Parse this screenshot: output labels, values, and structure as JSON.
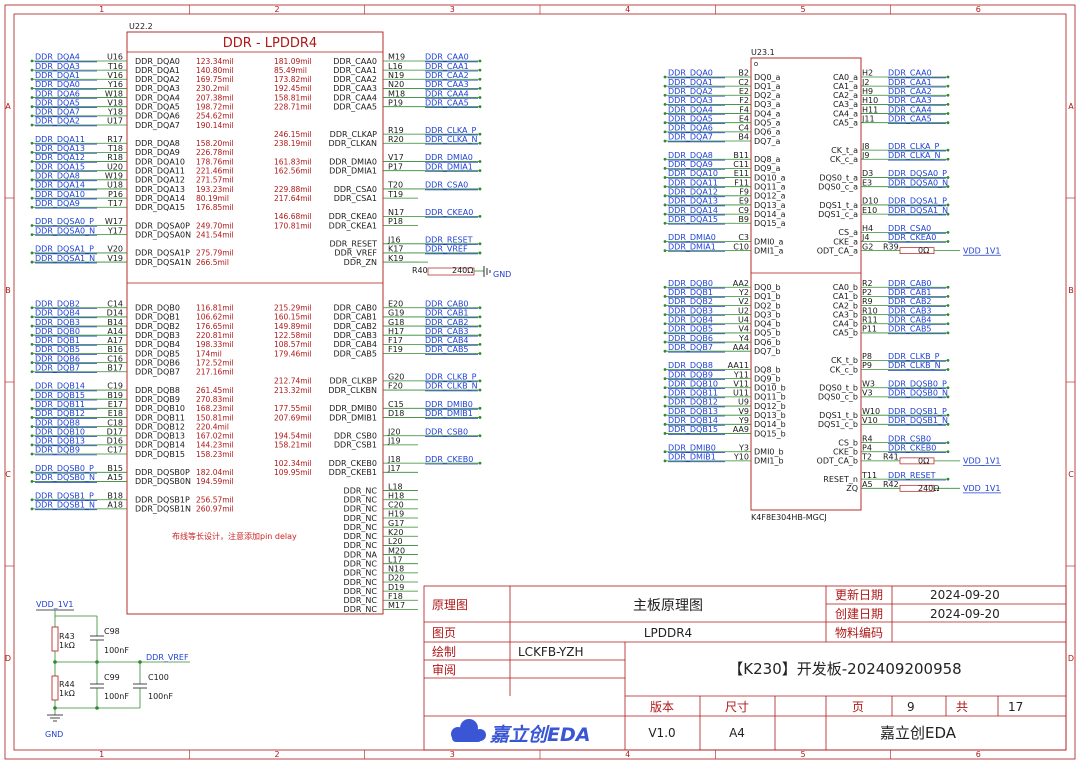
{
  "colors": {
    "net": "#1f3fd6",
    "line": "#b01818",
    "wire": "#2f8a2f",
    "text": "#1a1a1a"
  },
  "border": {
    "cols": [
      "1",
      "2",
      "3",
      "4",
      "5",
      "6"
    ],
    "rows": [
      "A",
      "B",
      "C",
      "D"
    ]
  },
  "u22": {
    "ref": "U22.2",
    "title": "DDR  -  LPDDR4",
    "left": [
      {
        "net": "DDR_DQA4",
        "num": "U16",
        "name": "DDR_DQA0",
        "len": "123.34mil"
      },
      {
        "net": "DDR_DQA3",
        "num": "T16",
        "name": "DDR_DQA1",
        "len": "140.80mil"
      },
      {
        "net": "DDR_DQA1",
        "num": "V16",
        "name": "DDR_DQA2",
        "len": "169.75mil"
      },
      {
        "net": "DDR_DQA0",
        "num": "Y16",
        "name": "DDR_DQA3",
        "len": "230.2mil"
      },
      {
        "net": "DDR_DQA6",
        "num": "W18",
        "name": "DDR_DQA4",
        "len": "207.38mil"
      },
      {
        "net": "DDR_DQA5",
        "num": "V18",
        "name": "DDR_DQA5",
        "len": "198.72mil"
      },
      {
        "net": "DDR_DQA7",
        "num": "Y18",
        "name": "DDR_DQA6",
        "len": "254.62mil"
      },
      {
        "net": "DDR_DQA2",
        "num": "U17",
        "name": "DDR_DQA7",
        "len": "190.14mil"
      },
      null,
      {
        "net": "DDR_DQA11",
        "num": "R17",
        "name": "DDR_DQA8",
        "len": "158.20mil"
      },
      {
        "net": "DDR_DQA13",
        "num": "T18",
        "name": "DDR_DQA9",
        "len": "226.78mil"
      },
      {
        "net": "DDR_DQA12",
        "num": "R18",
        "name": "DDR_DQA10",
        "len": "178.76mil"
      },
      {
        "net": "DDR_DQA15",
        "num": "U20",
        "name": "DDR_DQA11",
        "len": "221.46mil"
      },
      {
        "net": "DDR_DQA8",
        "num": "W19",
        "name": "DDR_DQA12",
        "len": "271.57mil"
      },
      {
        "net": "DDR_DQA14",
        "num": "U18",
        "name": "DDR_DQA13",
        "len": "193.23mil"
      },
      {
        "net": "DDR_DQA10",
        "num": "P16",
        "name": "DDR_DQA14",
        "len": "80.19mil"
      },
      {
        "net": "DDR_DQA9",
        "num": "T17",
        "name": "DDR_DQA15",
        "len": "176.85mil"
      },
      null,
      {
        "net": "DDR_DQSA0_P",
        "num": "W17",
        "name": "DDR_DQSA0P",
        "len": "249.70mil"
      },
      {
        "net": "DDR_DQSA0_N",
        "num": "Y17",
        "name": "DDR_DQSA0N",
        "len": "241.54mil"
      },
      null,
      {
        "net": "DDR_DQSA1_P",
        "num": "V20",
        "name": "DDR_DQSA1P",
        "len": "275.79mil"
      },
      {
        "net": "DDR_DQSA1_N",
        "num": "V19",
        "name": "DDR_DQSA1N",
        "len": "266.5mil"
      },
      null,
      null,
      null,
      null,
      {
        "net": "DDR_DQB2",
        "num": "C14",
        "name": "DDR_DQB0",
        "len": "116.81mil"
      },
      {
        "net": "DDR_DQB4",
        "num": "D14",
        "name": "DDR_DQB1",
        "len": "106.62mil"
      },
      {
        "net": "DDR_DQB3",
        "num": "B14",
        "name": "DDR_DQB2",
        "len": "176.65mil"
      },
      {
        "net": "DDR_DQB0",
        "num": "A14",
        "name": "DDR_DQB3",
        "len": "220.81mil"
      },
      {
        "net": "DDR_DQB1",
        "num": "A17",
        "name": "DDR_DQB4",
        "len": "198.33mil"
      },
      {
        "net": "DDR_DQB5",
        "num": "B16",
        "name": "DDR_DQB5",
        "len": "174mil"
      },
      {
        "net": "DDR_DQB6",
        "num": "C16",
        "name": "DDR_DQB6",
        "len": "172.52mil"
      },
      {
        "net": "DDR_DQB7",
        "num": "B17",
        "name": "DDR_DQB7",
        "len": "217.16mil"
      },
      null,
      {
        "net": "DDR_DQB14",
        "num": "C19",
        "name": "DDR_DQB8",
        "len": "261.45mil"
      },
      {
        "net": "DDR_DQB15",
        "num": "B19",
        "name": "DDR_DQB9",
        "len": "270.83mil"
      },
      {
        "net": "DDR_DQB11",
        "num": "E17",
        "name": "DDR_DQB10",
        "len": "168.23mil"
      },
      {
        "net": "DDR_DQB12",
        "num": "E18",
        "name": "DDR_DQB11",
        "len": "150.81mil"
      },
      {
        "net": "DDR_DQB8",
        "num": "C18",
        "name": "DDR_DQB12",
        "len": "220.4mil"
      },
      {
        "net": "DDR_DQB10",
        "num": "D17",
        "name": "DDR_DQB13",
        "len": "167.02mil"
      },
      {
        "net": "DDR_DQB13",
        "num": "D16",
        "name": "DDR_DQB14",
        "len": "144.23mil"
      },
      {
        "net": "DDR_DQB9",
        "num": "C17",
        "name": "DDR_DQB15",
        "len": "158.23mil"
      },
      null,
      {
        "net": "DDR_DQSB0_P",
        "num": "B15",
        "name": "DDR_DQSB0P",
        "len": "182.04mil"
      },
      {
        "net": "DDR_DQSB0_N",
        "num": "A15",
        "name": "DDR_DQSB0N",
        "len": "194.59mil"
      },
      null,
      {
        "net": "DDR_DQSB1_P",
        "num": "B18",
        "name": "DDR_DQSB1P",
        "len": "256.57mil"
      },
      {
        "net": "DDR_DQSB1_N",
        "num": "A18",
        "name": "DDR_DQSB1N",
        "len": "260.97mil"
      }
    ],
    "right": [
      {
        "len": "181.09mil",
        "name": "DDR_CAA0",
        "num": "M19",
        "net": "DDR_CAA0"
      },
      {
        "len": "85.49mil",
        "name": "DDR_CAA1",
        "num": "L16",
        "net": "DDR_CAA1"
      },
      {
        "len": "173.82mil",
        "name": "DDR_CAA2",
        "num": "N19",
        "net": "DDR_CAA2"
      },
      {
        "len": "192.45mil",
        "name": "DDR_CAA3",
        "num": "N20",
        "net": "DDR_CAA3"
      },
      {
        "len": "158.81mil",
        "name": "DDR_CAA4",
        "num": "M18",
        "net": "DDR_CAA4"
      },
      {
        "len": "228.71mil",
        "name": "DDR_CAA5",
        "num": "P19",
        "net": "DDR_CAA5"
      },
      null,
      null,
      {
        "len": "246.15mil",
        "name": "DDR_CLKAP",
        "num": "R19",
        "net": "DDR_CLKA_P"
      },
      {
        "len": "238.19mil",
        "name": "DDR_CLKAN",
        "num": "R20",
        "net": "DDR_CLKA_N"
      },
      null,
      {
        "len": "161.83mil",
        "name": "DDR_DMIA0",
        "num": "V17",
        "net": "DDR_DMIA0"
      },
      {
        "len": "162.56mil",
        "name": "DDR_DMIA1",
        "num": "P17",
        "net": "DDR_DMIA1"
      },
      null,
      {
        "len": "229.88mil",
        "name": "DDR_CSA0",
        "num": "T20",
        "net": "DDR_CSA0"
      },
      {
        "len": "217.64mil",
        "name": "DDR_CSA1",
        "num": "T19",
        "net": ""
      },
      null,
      {
        "len": "146.68mil",
        "name": "DDR_CKEA0",
        "num": "N17",
        "net": "DDR_CKEA0"
      },
      {
        "len": "170.81mil",
        "name": "DDR_CKEA1",
        "num": "P18",
        "net": ""
      },
      null,
      {
        "len": "",
        "name": "DDR_RESET",
        "num": "J16",
        "net": "DDR_RESET"
      },
      {
        "len": "",
        "name": "DDR_VREF",
        "num": "K17",
        "net": "DDR_VREF"
      },
      {
        "len": "",
        "name": "DDR_ZN",
        "num": "K19",
        "net": ""
      },
      null,
      null,
      null,
      null,
      {
        "len": "215.29mil",
        "name": "DDR_CAB0",
        "num": "E20",
        "net": "DDR_CAB0"
      },
      {
        "len": "160.15mil",
        "name": "DDR_CAB1",
        "num": "G19",
        "net": "DDR_CAB1"
      },
      {
        "len": "149.89mil",
        "name": "DDR_CAB2",
        "num": "G18",
        "net": "DDR_CAB2"
      },
      {
        "len": "122.58mil",
        "name": "DDR_CAB3",
        "num": "H17",
        "net": "DDR_CAB3"
      },
      {
        "len": "108.57mil",
        "name": "DDR_CAB4",
        "num": "F17",
        "net": "DDR_CAB4"
      },
      {
        "len": "179.46mil",
        "name": "DDR_CAB5",
        "num": "F19",
        "net": "DDR_CAB5"
      },
      null,
      null,
      {
        "len": "212.74mil",
        "name": "DDR_CLKBP",
        "num": "G20",
        "net": "DDR_CLKB_P"
      },
      {
        "len": "213.32mil",
        "name": "DDR_CLKBN",
        "num": "F20",
        "net": "DDR_CLKB_N"
      },
      null,
      {
        "len": "177.55mil",
        "name": "DDR_DMIB0",
        "num": "C15",
        "net": "DDR_DMIB0"
      },
      {
        "len": "207.69mil",
        "name": "DDR_DMIB1",
        "num": "D18",
        "net": "DDR_DMIB1"
      },
      null,
      {
        "len": "194.54mil",
        "name": "DDR_CSB0",
        "num": "J20",
        "net": "DDR_CSB0"
      },
      {
        "len": "158.21mil",
        "name": "DDR_CSB1",
        "num": "J19",
        "net": ""
      },
      null,
      {
        "len": "102.34mil",
        "name": "DDR_CKEB0",
        "num": "J18",
        "net": "DDR_CKEB0"
      },
      {
        "len": "109.95mil",
        "name": "DDR_CKEB1",
        "num": "J17",
        "net": ""
      },
      null,
      {
        "len": "",
        "name": "DDR_NC",
        "num": "L18",
        "net": ""
      },
      {
        "len": "",
        "name": "DDR_NC",
        "num": "H18",
        "net": ""
      },
      {
        "len": "",
        "name": "DDR_NC",
        "num": "C20",
        "net": ""
      },
      {
        "len": "",
        "name": "DDR_NC",
        "num": "H19",
        "net": ""
      },
      {
        "len": "",
        "name": "DDR_NC",
        "num": "G17",
        "net": ""
      },
      {
        "len": "",
        "name": "DDR_NC",
        "num": "K20",
        "net": ""
      },
      {
        "len": "",
        "name": "DDR_NC",
        "num": "L20",
        "net": ""
      },
      {
        "len": "",
        "name": "DDR_NA",
        "num": "M20",
        "net": ""
      },
      {
        "len": "",
        "name": "DDR_NC",
        "num": "L17",
        "net": ""
      },
      {
        "len": "",
        "name": "DDR_NC",
        "num": "N18",
        "net": ""
      },
      {
        "len": "",
        "name": "DDR_NC",
        "num": "D20",
        "net": ""
      },
      {
        "len": "",
        "name": "DDR_NC",
        "num": "D19",
        "net": ""
      },
      {
        "len": "",
        "name": "DDR_NC",
        "num": "F18",
        "net": ""
      },
      {
        "len": "",
        "name": "DDR_NC",
        "num": "M17",
        "net": ""
      }
    ],
    "note": "布线等长设计，注意添加pin delay",
    "r40": {
      "ref": "R40",
      "value": "240Ω",
      "gnd": "GND"
    }
  },
  "u23": {
    "ref": "U23.1",
    "part": "K4F8E304HB-MGCJ",
    "left": [
      {
        "net": "DDR_DQA0",
        "num": "B2",
        "name": "DQ0_a"
      },
      {
        "net": "DDR_DQA1",
        "num": "C2",
        "name": "DQ1_a"
      },
      {
        "net": "DDR_DQA2",
        "num": "E2",
        "name": "DQ2_a"
      },
      {
        "net": "DDR_DQA3",
        "num": "F2",
        "name": "DQ3_a"
      },
      {
        "net": "DDR_DQA4",
        "num": "F4",
        "name": "DQ4_a"
      },
      {
        "net": "DDR_DQA5",
        "num": "E4",
        "name": "DQ5_a"
      },
      {
        "net": "DDR_DQA6",
        "num": "C4",
        "name": "DQ6_a"
      },
      {
        "net": "DDR_DQA7",
        "num": "B4",
        "name": "DQ7_a"
      },
      null,
      {
        "net": "DDR_DQA8",
        "num": "B11",
        "name": "DQ8_a"
      },
      {
        "net": "DDR_DQA9",
        "num": "C11",
        "name": "DQ9_a"
      },
      {
        "net": "DDR_DQA10",
        "num": "E11",
        "name": "DQ10_a"
      },
      {
        "net": "DDR_DQA11",
        "num": "F11",
        "name": "DQ11_a"
      },
      {
        "net": "DDR_DQA12",
        "num": "F9",
        "name": "DQ12_a"
      },
      {
        "net": "DDR_DQA13",
        "num": "E9",
        "name": "DQ13_a"
      },
      {
        "net": "DDR_DQA14",
        "num": "C9",
        "name": "DQ14_a"
      },
      {
        "net": "DDR_DQA15",
        "num": "B9",
        "name": "DQ15_a"
      },
      null,
      {
        "net": "DDR_DMIA0",
        "num": "C3",
        "name": "DMI0_a"
      },
      {
        "net": "DDR_DMIA1",
        "num": "C10",
        "name": "DMI1_a"
      },
      null,
      null,
      null,
      {
        "net": "DDR_DQB0",
        "num": "AA2",
        "name": "DQ0_b"
      },
      {
        "net": "DDR_DQB1",
        "num": "Y2",
        "name": "DQ1_b"
      },
      {
        "net": "DDR_DQB2",
        "num": "V2",
        "name": "DQ2_b"
      },
      {
        "net": "DDR_DQB3",
        "num": "U2",
        "name": "DQ3_b"
      },
      {
        "net": "DDR_DQB4",
        "num": "U4",
        "name": "DQ4_b"
      },
      {
        "net": "DDR_DQB5",
        "num": "V4",
        "name": "DQ5_b"
      },
      {
        "net": "DDR_DQB6",
        "num": "Y4",
        "name": "DQ6_b"
      },
      {
        "net": "DDR_DQB7",
        "num": "AA4",
        "name": "DQ7_b"
      },
      null,
      {
        "net": "DDR_DQB8",
        "num": "AA11",
        "name": "DQ8_b"
      },
      {
        "net": "DDR_DQB9",
        "num": "Y11",
        "name": "DQ9_b"
      },
      {
        "net": "DDR_DQB10",
        "num": "V11",
        "name": "DQ10_b"
      },
      {
        "net": "DDR_DQB11",
        "num": "U11",
        "name": "DQ11_b"
      },
      {
        "net": "DDR_DQB12",
        "num": "U9",
        "name": "DQ12_b"
      },
      {
        "net": "DDR_DQB13",
        "num": "V9",
        "name": "DQ13_b"
      },
      {
        "net": "DDR_DQB14",
        "num": "Y9",
        "name": "DQ14_b"
      },
      {
        "net": "DDR_DQB15",
        "num": "AA9",
        "name": "DQ15_b"
      },
      null,
      {
        "net": "DDR_DMIB0",
        "num": "Y3",
        "name": "DMI0_b"
      },
      {
        "net": "DDR_DMIB1",
        "num": "Y10",
        "name": "DMI1_b"
      }
    ],
    "right": [
      {
        "name": "CA0_a",
        "num": "H2",
        "net": "DDR_CAA0"
      },
      {
        "name": "CA1_a",
        "num": "J2",
        "net": "DDR_CAA1"
      },
      {
        "name": "CA2_a",
        "num": "H9",
        "net": "DDR_CAA2"
      },
      {
        "name": "CA3_a",
        "num": "H10",
        "net": "DDR_CAA3"
      },
      {
        "name": "CA4_a",
        "num": "H11",
        "net": "DDR_CAA4"
      },
      {
        "name": "CA5_a",
        "num": "J11",
        "net": "DDR_CAA5"
      },
      null,
      null,
      {
        "name": "CK_t_a",
        "num": "J8",
        "net": "DDR_CLKA_P"
      },
      {
        "name": "CK_c_a",
        "num": "J9",
        "net": "DDR_CLKA_N"
      },
      null,
      {
        "name": "DQS0_t_a",
        "num": "D3",
        "net": "DDR_DQSA0_P"
      },
      {
        "name": "DQS0_c_a",
        "num": "E3",
        "net": "DDR_DQSA0_N"
      },
      null,
      {
        "name": "DQS1_t_a",
        "num": "D10",
        "net": "DDR_DQSA1_P"
      },
      {
        "name": "DQS1_c_a",
        "num": "E10",
        "net": "DDR_DQSA1_N"
      },
      null,
      {
        "name": "CS_a",
        "num": "H4",
        "net": "DDR_CSA0"
      },
      {
        "name": "CKE_a",
        "num": "J4",
        "net": "DDR_CKEA0"
      },
      {
        "name": "ODT_CA_a",
        "num": "G2",
        "res": "R39",
        "val": "0Ω",
        "power": "VDD_1V1"
      },
      null,
      null,
      null,
      {
        "name": "CA0_b",
        "num": "R2",
        "net": "DDR_CAB0"
      },
      {
        "name": "CA1_b",
        "num": "P2",
        "net": "DDR_CAB1"
      },
      {
        "name": "CA2_b",
        "num": "R9",
        "net": "DDR_CAB2"
      },
      {
        "name": "CA3_b",
        "num": "R10",
        "net": "DDR_CAB3"
      },
      {
        "name": "CA4_b",
        "num": "R11",
        "net": "DDR_CAB4"
      },
      {
        "name": "CA5_b",
        "num": "P11",
        "net": "DDR_CAB5"
      },
      null,
      null,
      {
        "name": "CK_t_b",
        "num": "P8",
        "net": "DDR_CLKB_P"
      },
      {
        "name": "CK_c_b",
        "num": "P9",
        "net": "DDR_CLKB_N"
      },
      null,
      {
        "name": "DQS0_t_b",
        "num": "W3",
        "net": "DDR_DQSB0_P"
      },
      {
        "name": "DQS0_c_b",
        "num": "V3",
        "net": "DDR_DQSB0_N"
      },
      null,
      {
        "name": "DQS1_t_b",
        "num": "W10",
        "net": "DDR_DQSB1_P"
      },
      {
        "name": "DQS1_c_b",
        "num": "V10",
        "net": "DDR_DQSB1_N"
      },
      null,
      {
        "name": "CS_b",
        "num": "R4",
        "net": "DDR_CSB0"
      },
      {
        "name": "CKE_b",
        "num": "P4",
        "net": "DDR_CKEB0"
      },
      {
        "name": "ODT_CA_b",
        "num": "T2",
        "res": "R41",
        "val": "0Ω",
        "power": "VDD_1V1"
      },
      null,
      {
        "name": "RESET_n",
        "num": "T11",
        "net": "DDR_RESET"
      },
      {
        "name": "ZQ",
        "num": "A5",
        "res": "R42",
        "val": "240Ω",
        "power": "VDD_1V1"
      }
    ]
  },
  "vref": {
    "power": "VDD_1V1",
    "r43": "R43",
    "r43v": "1kΩ",
    "r44": "R44",
    "r44v": "1kΩ",
    "c98": "C98",
    "c98v": "100nF",
    "c99": "C99",
    "c99v": "100nF",
    "c100": "C100",
    "c100v": "100nF",
    "net": "DDR_VREF",
    "gnd": "GND"
  },
  "titleblock": {
    "schematic_label": "原理图",
    "schematic_value": "主板原理图",
    "update_label": "更新日期",
    "update_value": "2024-09-20",
    "create_label": "创建日期",
    "create_value": "2024-09-20",
    "page_label": "图页",
    "page_value": "LPDDR4",
    "material_label": "物料编码",
    "drawn_label": "绘制",
    "drawn_value": "LCKFB-YZH",
    "review_label": "审阅",
    "project": "【K230】开发板-202409200958",
    "version_label": "版本",
    "size_label": "尺寸",
    "pg_label": "页",
    "pg_value": "9",
    "total_label": "共",
    "total_value": "17",
    "logo_text": "嘉立创EDA",
    "version_value": "V1.0",
    "size_value": "A4",
    "company": "嘉立创EDA"
  }
}
